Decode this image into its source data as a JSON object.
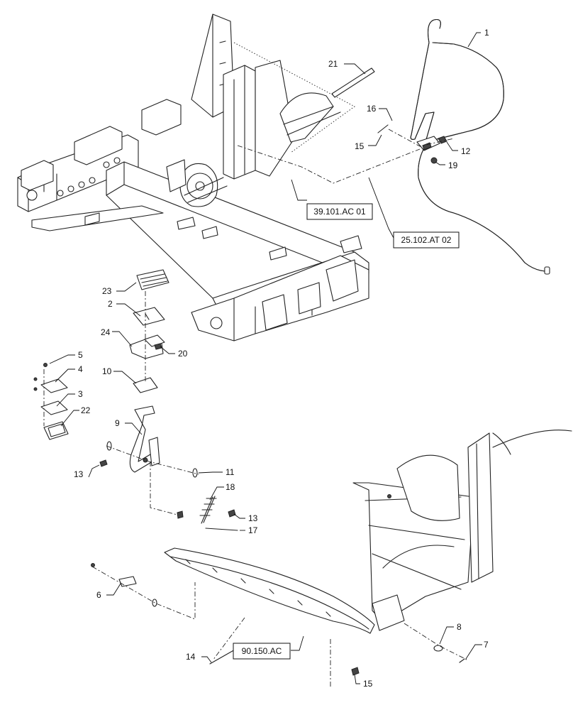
{
  "callouts": [
    "1",
    "2",
    "3",
    "4",
    "5",
    "6",
    "7",
    "8",
    "9",
    "10",
    "11",
    "12",
    "13",
    "13",
    "14",
    "15",
    "15",
    "16",
    "17",
    "18",
    "19",
    "20",
    "21",
    "22",
    "23",
    "24"
  ],
  "references": {
    "frame": "39.101.AC 01",
    "hydraulics": "25.102.AT 02",
    "cab": "90.150.AC"
  }
}
